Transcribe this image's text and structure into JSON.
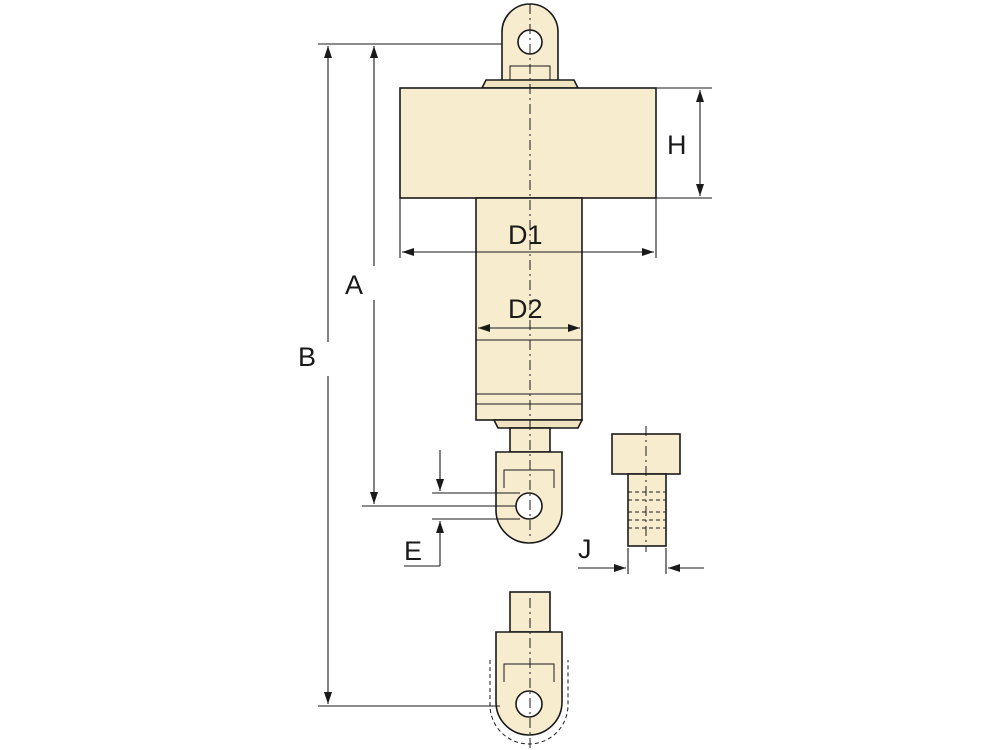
{
  "labels": {
    "A": "A",
    "B": "B",
    "H": "H",
    "D1": "D1",
    "D2": "D2",
    "E": "E",
    "J": "J"
  },
  "colors": {
    "body_fill": "#f7ecce",
    "line": "#1a1a1a",
    "background": "#ffffff"
  }
}
